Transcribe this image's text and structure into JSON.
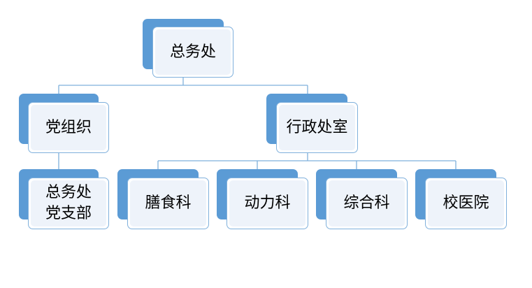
{
  "colors": {
    "accent": "#5b9bd5",
    "card_border": "#7fb0dc",
    "card_fill": "#eef3fa",
    "connector": "#7fb0dc"
  },
  "org": {
    "root": {
      "label": "总务处"
    },
    "left": {
      "label": "党组织"
    },
    "left_child": {
      "label": "总务处\n党支部"
    },
    "right": {
      "label": "行政处室"
    },
    "right_children": [
      {
        "label": "膳食科"
      },
      {
        "label": "动力科"
      },
      {
        "label": "综合科"
      },
      {
        "label": "校医院"
      }
    ]
  }
}
